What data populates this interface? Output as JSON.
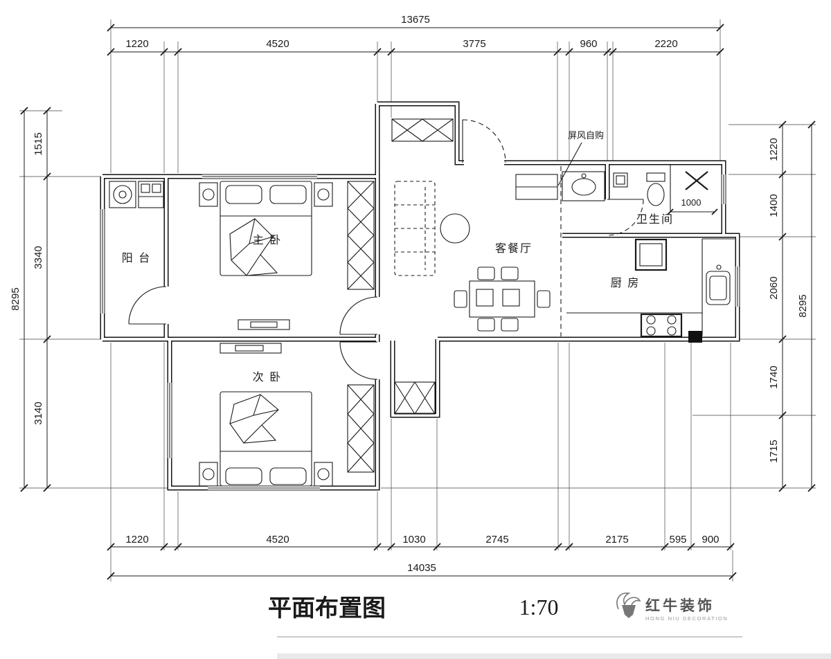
{
  "colors": {
    "ink": "#1a1a1a",
    "background": "#ffffff",
    "logo_gray": "#777777"
  },
  "title_block": {
    "title": "平面布置图",
    "scale": "1:70"
  },
  "logo": {
    "brand": "红牛装饰",
    "tagline": "HONG NIU DECORATION"
  },
  "rooms": {
    "balcony": "阳 台",
    "master": "主 卧",
    "secondary": "次 卧",
    "living": "客餐厅",
    "bathroom": "卫生间",
    "kitchen": "厨 房"
  },
  "notes": {
    "screen": "屏风自购",
    "basin_width": "1000"
  },
  "dimensions": {
    "top": {
      "total": "13675",
      "segments": [
        "1220",
        "4520",
        "3775",
        "960",
        "2220"
      ]
    },
    "bottom": {
      "total": "14035",
      "segments": [
        "1220",
        "4520",
        "1030",
        "2745",
        "2175",
        "595",
        "900"
      ]
    },
    "left": {
      "total": "8295",
      "segments": [
        "1515",
        "3340",
        "3140"
      ]
    },
    "right": {
      "total": "8295",
      "segments": [
        "1220",
        "1400",
        "2060",
        "1740",
        "1715"
      ]
    }
  }
}
